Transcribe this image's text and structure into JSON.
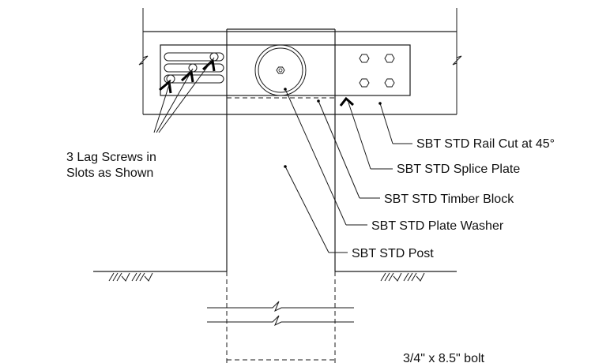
{
  "labels": {
    "lag_screws_line1": "3 Lag Screws in",
    "lag_screws_line2": "Slots as Shown",
    "rail_cut": "SBT STD Rail Cut at 45°",
    "splice_plate": "SBT STD Splice Plate",
    "timber_block": "SBT STD Timber Block",
    "plate_washer": "SBT STD Plate Washer",
    "post": "SBT STD Post",
    "bolt": "3/4\" x 8.5\" bolt"
  }
}
